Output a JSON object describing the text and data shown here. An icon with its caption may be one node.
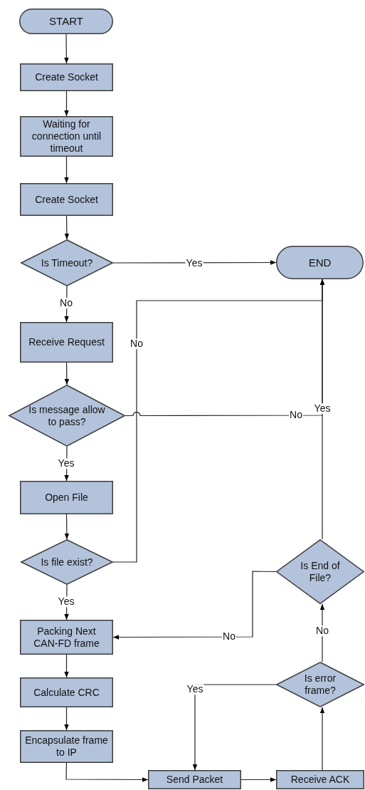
{
  "diagram": {
    "nodes": [
      {
        "text": [
          "START"
        ]
      },
      {
        "text": [
          "Create Socket"
        ]
      },
      {
        "text": [
          "Waiting for connection until timeout"
        ]
      },
      {
        "text": [
          "Create Socket"
        ]
      },
      {
        "text": [
          "Is Timeout?"
        ]
      },
      {
        "text": [
          "END"
        ]
      },
      {
        "text": [
          "Receive Request"
        ]
      },
      {
        "text": [
          "Is message allow to pass?"
        ]
      },
      {
        "text": [
          "Open File"
        ]
      },
      {
        "text": [
          "Is file exist?"
        ]
      },
      {
        "text": [
          "Packing Next CAN-FD frame"
        ]
      },
      {
        "text": [
          "Calculate CRC"
        ]
      },
      {
        "text": [
          "Encapsulate frame to IP"
        ]
      },
      {
        "text": [
          "Send Packet"
        ]
      },
      {
        "text": [
          "Receive ACK"
        ]
      },
      {
        "text": [
          "Is error frame?"
        ]
      },
      {
        "text": [
          "Is End of File?"
        ]
      }
    ],
    "edges": [
      {
        "from": 0,
        "to": 1,
        "arrow": "to"
      },
      {
        "from": 1,
        "to": 2,
        "arrow": "to"
      },
      {
        "from": 2,
        "to": 3,
        "arrow": "to"
      },
      {
        "from": 3,
        "to": 4,
        "arrow": "to"
      },
      {
        "from": 4,
        "to": 5,
        "arrow": "to",
        "label": "Yes"
      },
      {
        "from": 4,
        "to": 6,
        "arrow": "to",
        "label": "No"
      },
      {
        "from": 6,
        "to": 7,
        "arrow": "to"
      },
      {
        "from": 7,
        "to": 5,
        "arrow": "to",
        "label": "No"
      },
      {
        "from": 7,
        "to": 8,
        "arrow": "to",
        "label": "Yes"
      },
      {
        "from": 9,
        "to": 5,
        "arrow": "to",
        "label": "No"
      },
      {
        "from": 8,
        "to": 9,
        "arrow": "to"
      },
      {
        "from": 9,
        "to": 10,
        "arrow": "to",
        "label": "Yes"
      },
      {
        "from": 10,
        "to": 11,
        "arrow": "to"
      },
      {
        "from": 11,
        "to": 12,
        "arrow": "to"
      },
      {
        "from": 12,
        "to": 13,
        "arrow": "to"
      },
      {
        "from": 13,
        "to": 14,
        "arrow": "to"
      },
      {
        "from": 14,
        "to": 15,
        "arrow": "to"
      },
      {
        "from": 15,
        "to": 16,
        "arrow": "to",
        "label": "No"
      },
      {
        "from": 15,
        "to": 13,
        "arrow": "to",
        "label": "Yes"
      },
      {
        "from": 16,
        "to": 5,
        "arrow": "to",
        "label": "Yes"
      },
      {
        "from": 16,
        "to": 10,
        "arrow": "to",
        "label": "No"
      }
    ]
  }
}
